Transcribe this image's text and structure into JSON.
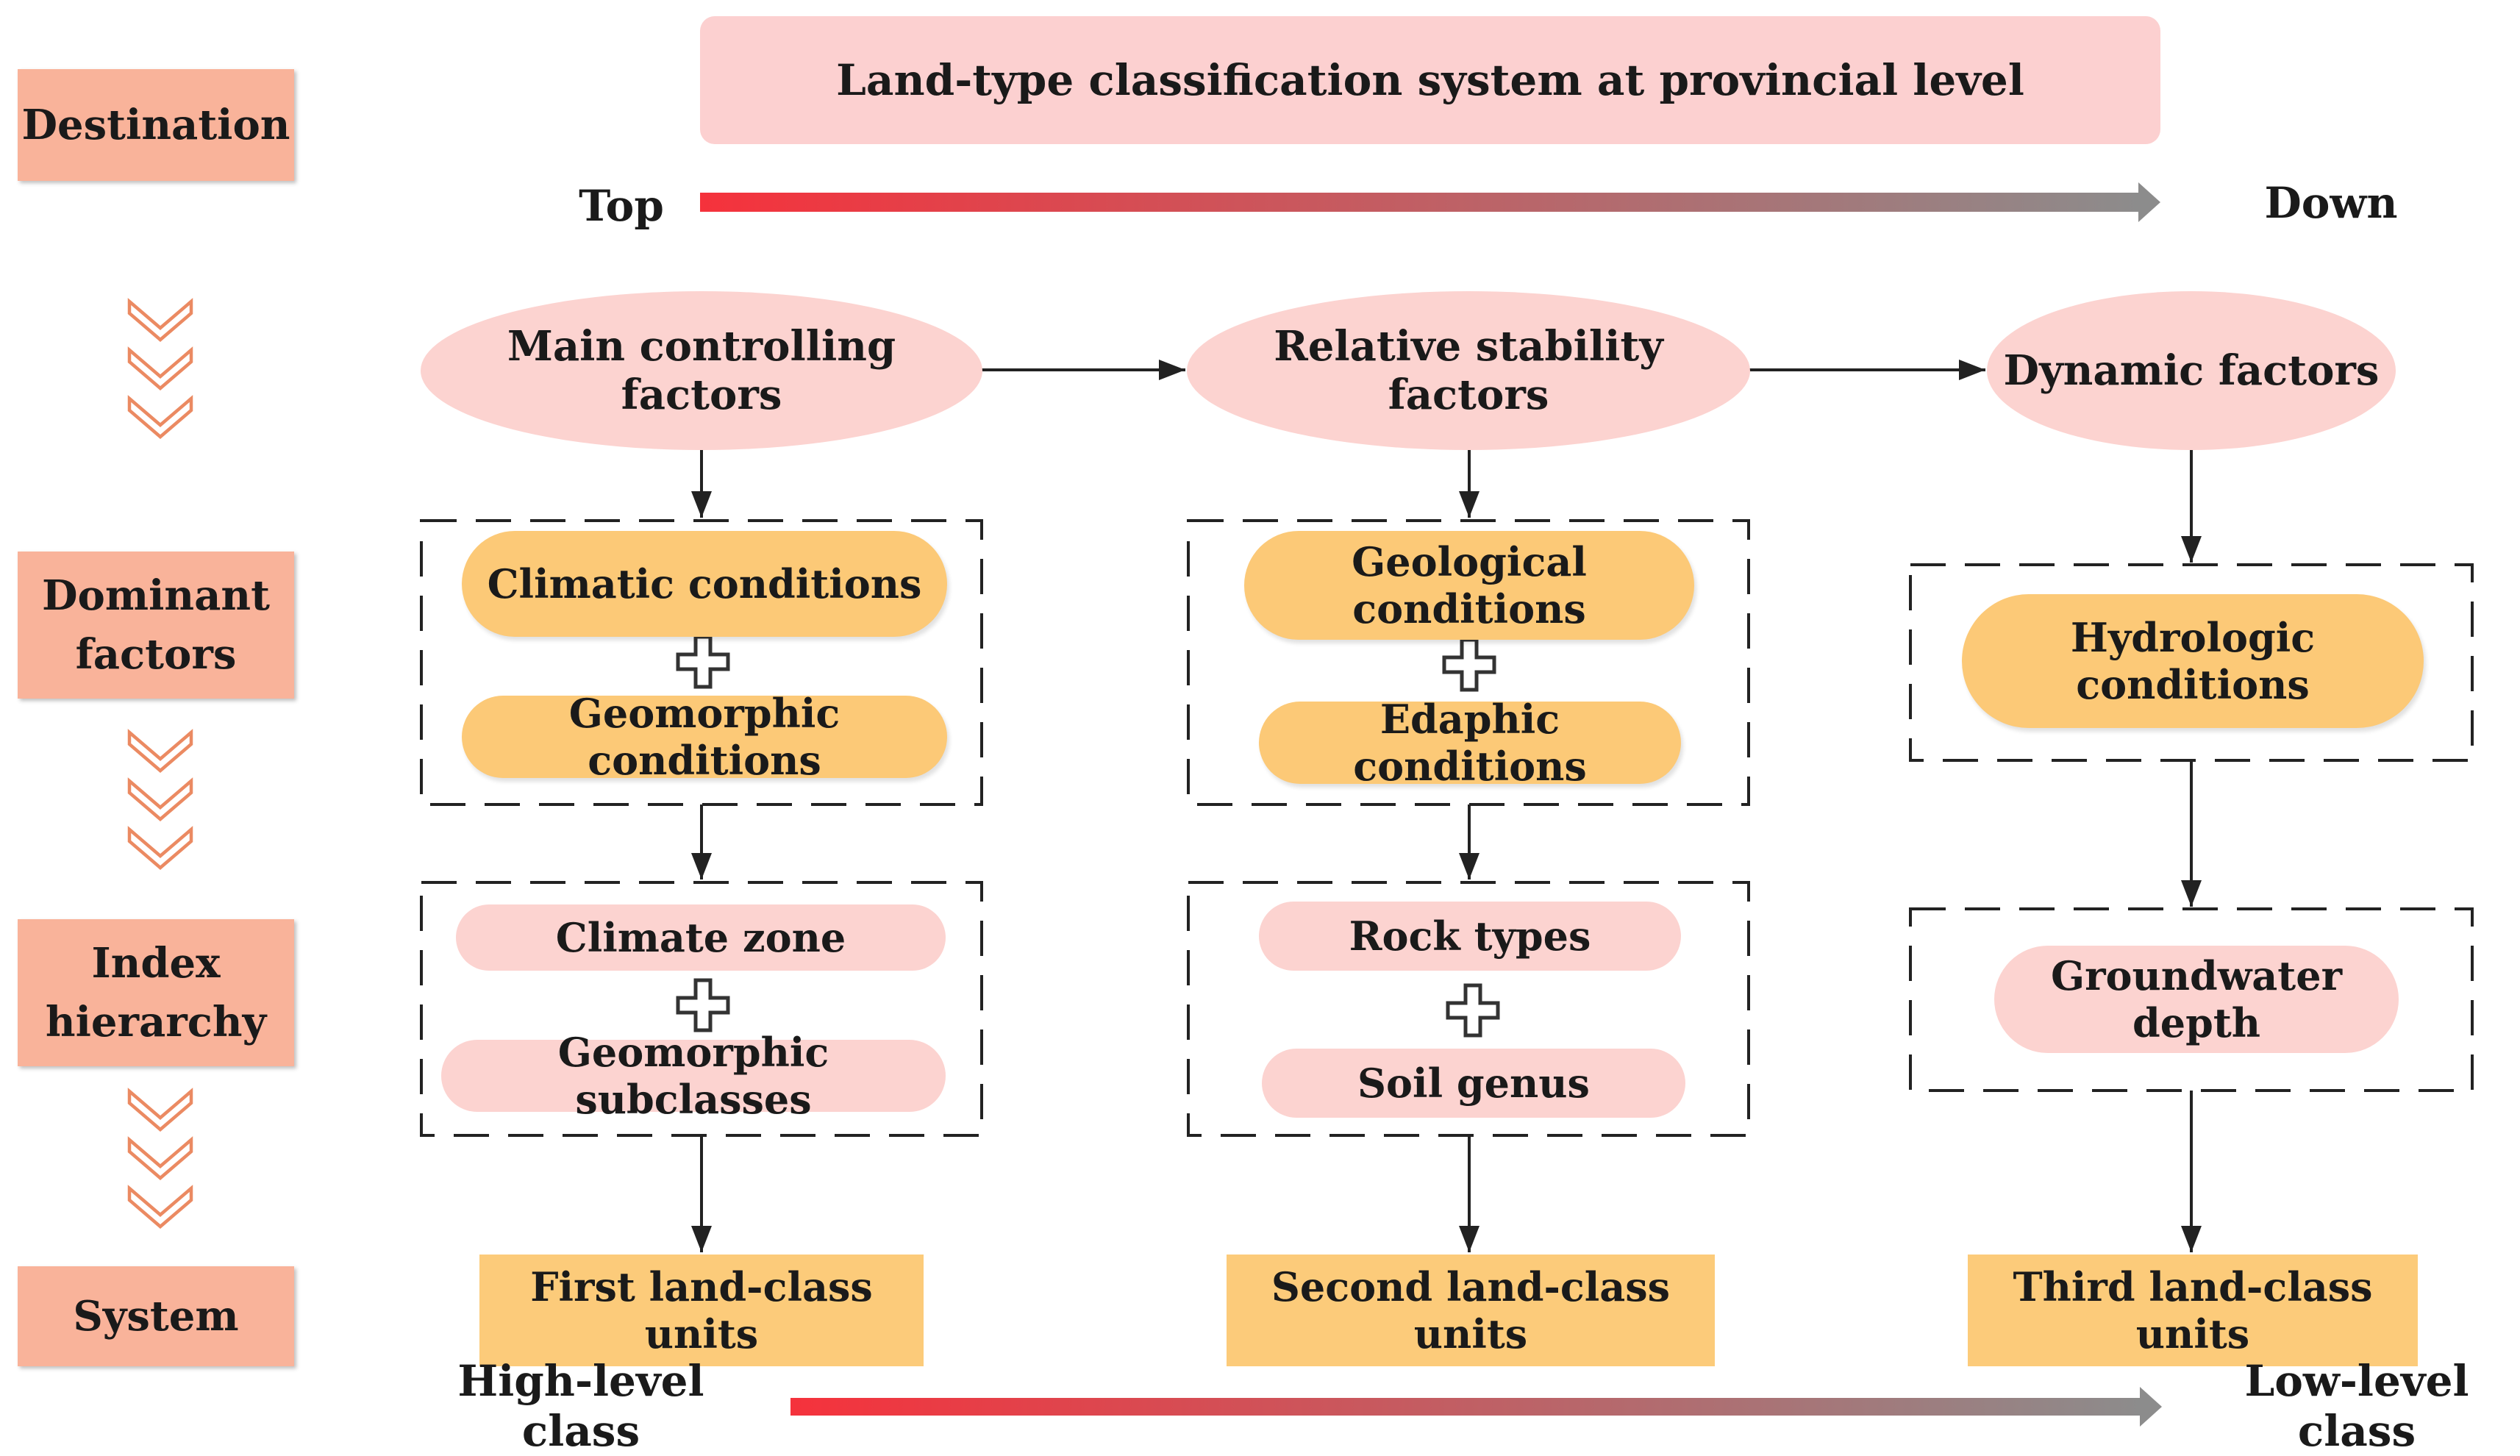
{
  "sidebar": {
    "destination": "Destination",
    "dominant_factors": "Dominant factors",
    "index_hierarchy": "Index hierarchy",
    "system": "System"
  },
  "header": {
    "title": "Land-type classification system at provincial level",
    "top_label": "Top",
    "down_label": "Down"
  },
  "factors": {
    "main_controlling": "Main controlling factors",
    "relative_stability": "Relative stability factors",
    "dynamic": "Dynamic factors"
  },
  "dominant": {
    "climatic": "Climatic conditions",
    "geomorphic": "Geomorphic conditions",
    "geological": "Geological conditions",
    "edaphic": "Edaphic conditions",
    "hydrologic": "Hydrologic conditions"
  },
  "index": {
    "climate_zone": "Climate zone",
    "geomorphic_subclasses": "Geomorphic subclasses",
    "rock_types": "Rock types",
    "soil_genus": "Soil genus",
    "groundwater_depth": "Groundwater depth"
  },
  "system_units": {
    "first": "First land-class units",
    "second": "Second land-class units",
    "third": "Third land-class units"
  },
  "footer": {
    "high_level": "High-level class",
    "low_level": "Low-level class"
  },
  "colors": {
    "side_box": "#f9b39a",
    "title_box": "#fcd0d0",
    "ellipse": "#fcd3d0",
    "orange_pill": "#fcc977",
    "system_box": "#fccb7a",
    "gradient_start": "#f5323c",
    "gradient_end": "#8c8c8c"
  }
}
